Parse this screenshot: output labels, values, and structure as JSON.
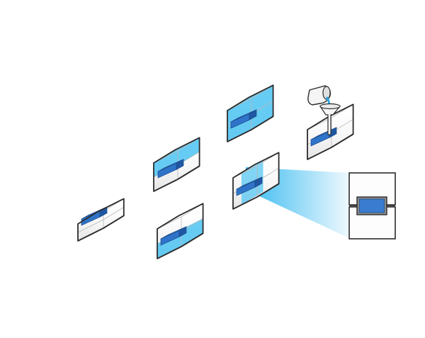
{
  "title": "",
  "colors": {
    "outline": "#2b2b2b",
    "liquid": "#4cc3f2",
    "liquid_dark": "#2a9fd6",
    "part": "#2f74c9",
    "part_top": "#4a8fdc",
    "part_side": "#1f57a3",
    "guide": "#b8b8b8",
    "background": "#ffffff"
  },
  "steps": [
    {
      "id": "empty-mold",
      "fill_level": 0.0,
      "liquid_region": "none"
    },
    {
      "id": "top-filled-mold",
      "fill_level": 0.5,
      "liquid_region": "top"
    },
    {
      "id": "bottom-filled-mold",
      "fill_level": 0.5,
      "liquid_region": "bottom"
    },
    {
      "id": "fully-filled-mold",
      "fill_level": 1.0,
      "liquid_region": "full"
    },
    {
      "id": "pouring-mold",
      "fill_level": 0.0,
      "liquid_region": "pour"
    },
    {
      "id": "section-plane-mold",
      "fill_level": 0.0,
      "liquid_region": "section"
    }
  ],
  "callout": {
    "id": "cross-section-view"
  }
}
